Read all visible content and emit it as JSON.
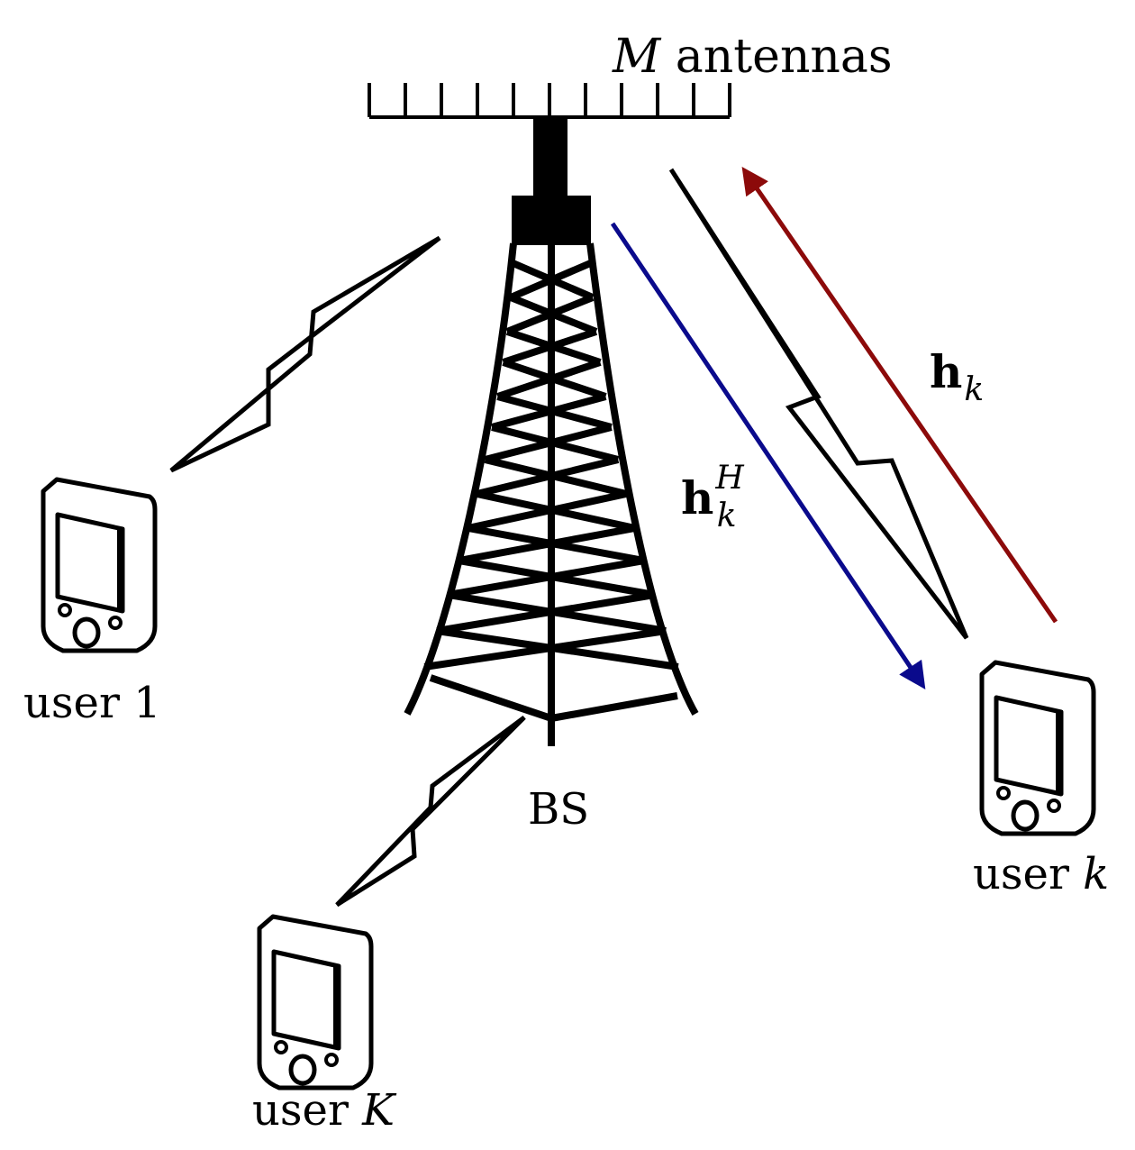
{
  "antenna_label": {
    "var": "M",
    "text": " antennas"
  },
  "bs_label": "BS",
  "users": {
    "u1": {
      "prefix": "user ",
      "id": "1"
    },
    "uK": {
      "prefix": "user ",
      "id": "K"
    },
    "uk": {
      "prefix": "user ",
      "id": "k"
    }
  },
  "channels": {
    "downlink": {
      "base": "h",
      "sub": "k",
      "sup": "H",
      "color": "#0a0a8c"
    },
    "uplink": {
      "base": "h",
      "sub": "k",
      "color": "#8c0a0a"
    }
  },
  "line_color": "#000000"
}
